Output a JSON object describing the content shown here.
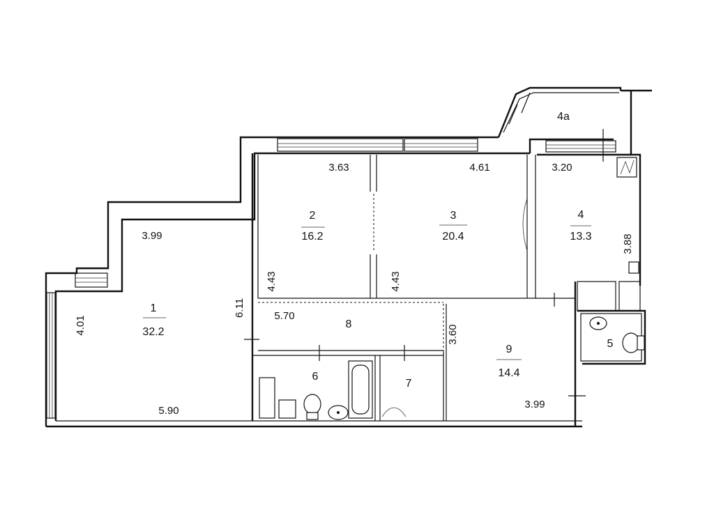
{
  "rooms": [
    {
      "id": "1",
      "area": "32.2"
    },
    {
      "id": "2",
      "area": "16.2"
    },
    {
      "id": "3",
      "area": "20.4"
    },
    {
      "id": "4",
      "area": "13.3"
    },
    {
      "id": "4a",
      "area": ""
    },
    {
      "id": "5",
      "area": ""
    },
    {
      "id": "6",
      "area": ""
    },
    {
      "id": "7",
      "area": ""
    },
    {
      "id": "8",
      "area": ""
    },
    {
      "id": "9",
      "area": "14.4"
    }
  ],
  "dimensions": [
    {
      "id": "room1-top",
      "value": "3.99"
    },
    {
      "id": "room1-left",
      "value": "4.01"
    },
    {
      "id": "room1-bottom",
      "value": "5.90"
    },
    {
      "id": "room1-right",
      "value": "6.11"
    },
    {
      "id": "room2-top",
      "value": "3.63"
    },
    {
      "id": "room2-left",
      "value": "4.43"
    },
    {
      "id": "room3-top",
      "value": "4.61"
    },
    {
      "id": "room3-left",
      "value": "4.43"
    },
    {
      "id": "room4-top",
      "value": "3.20"
    },
    {
      "id": "room4-right",
      "value": "3.88"
    },
    {
      "id": "room8-length",
      "value": "5.70"
    },
    {
      "id": "room9-left",
      "value": "3.60"
    },
    {
      "id": "room9-bottom",
      "value": "3.99"
    }
  ]
}
